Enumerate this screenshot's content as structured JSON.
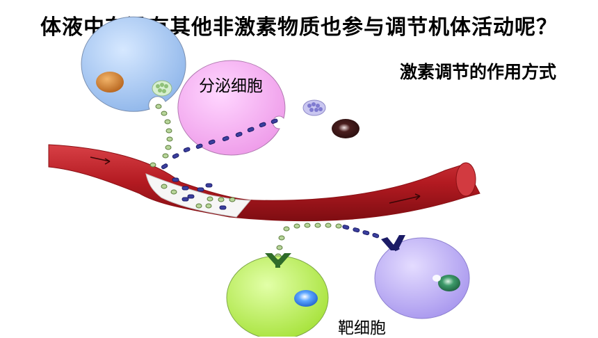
{
  "title": "体液中有没有其他非激素物质也参与调节机体活动呢？",
  "subtitle": "激素调节的作用方式",
  "labels": {
    "secretory_cell": "分泌细胞",
    "target_cell": "靶细胞"
  },
  "colors": {
    "blue_cell": "#9fc3f0",
    "pink_cell": "#f2a6f0",
    "green_cell": "#b6f04a",
    "purple_cell": "#b9a8f2",
    "vessel_red": "#b81e24",
    "green_molecule": "#a9c98a",
    "blue_molecule": "#2b2f8c",
    "receptor_green": "#2f6b2a",
    "receptor_navy": "#1b1b66"
  }
}
